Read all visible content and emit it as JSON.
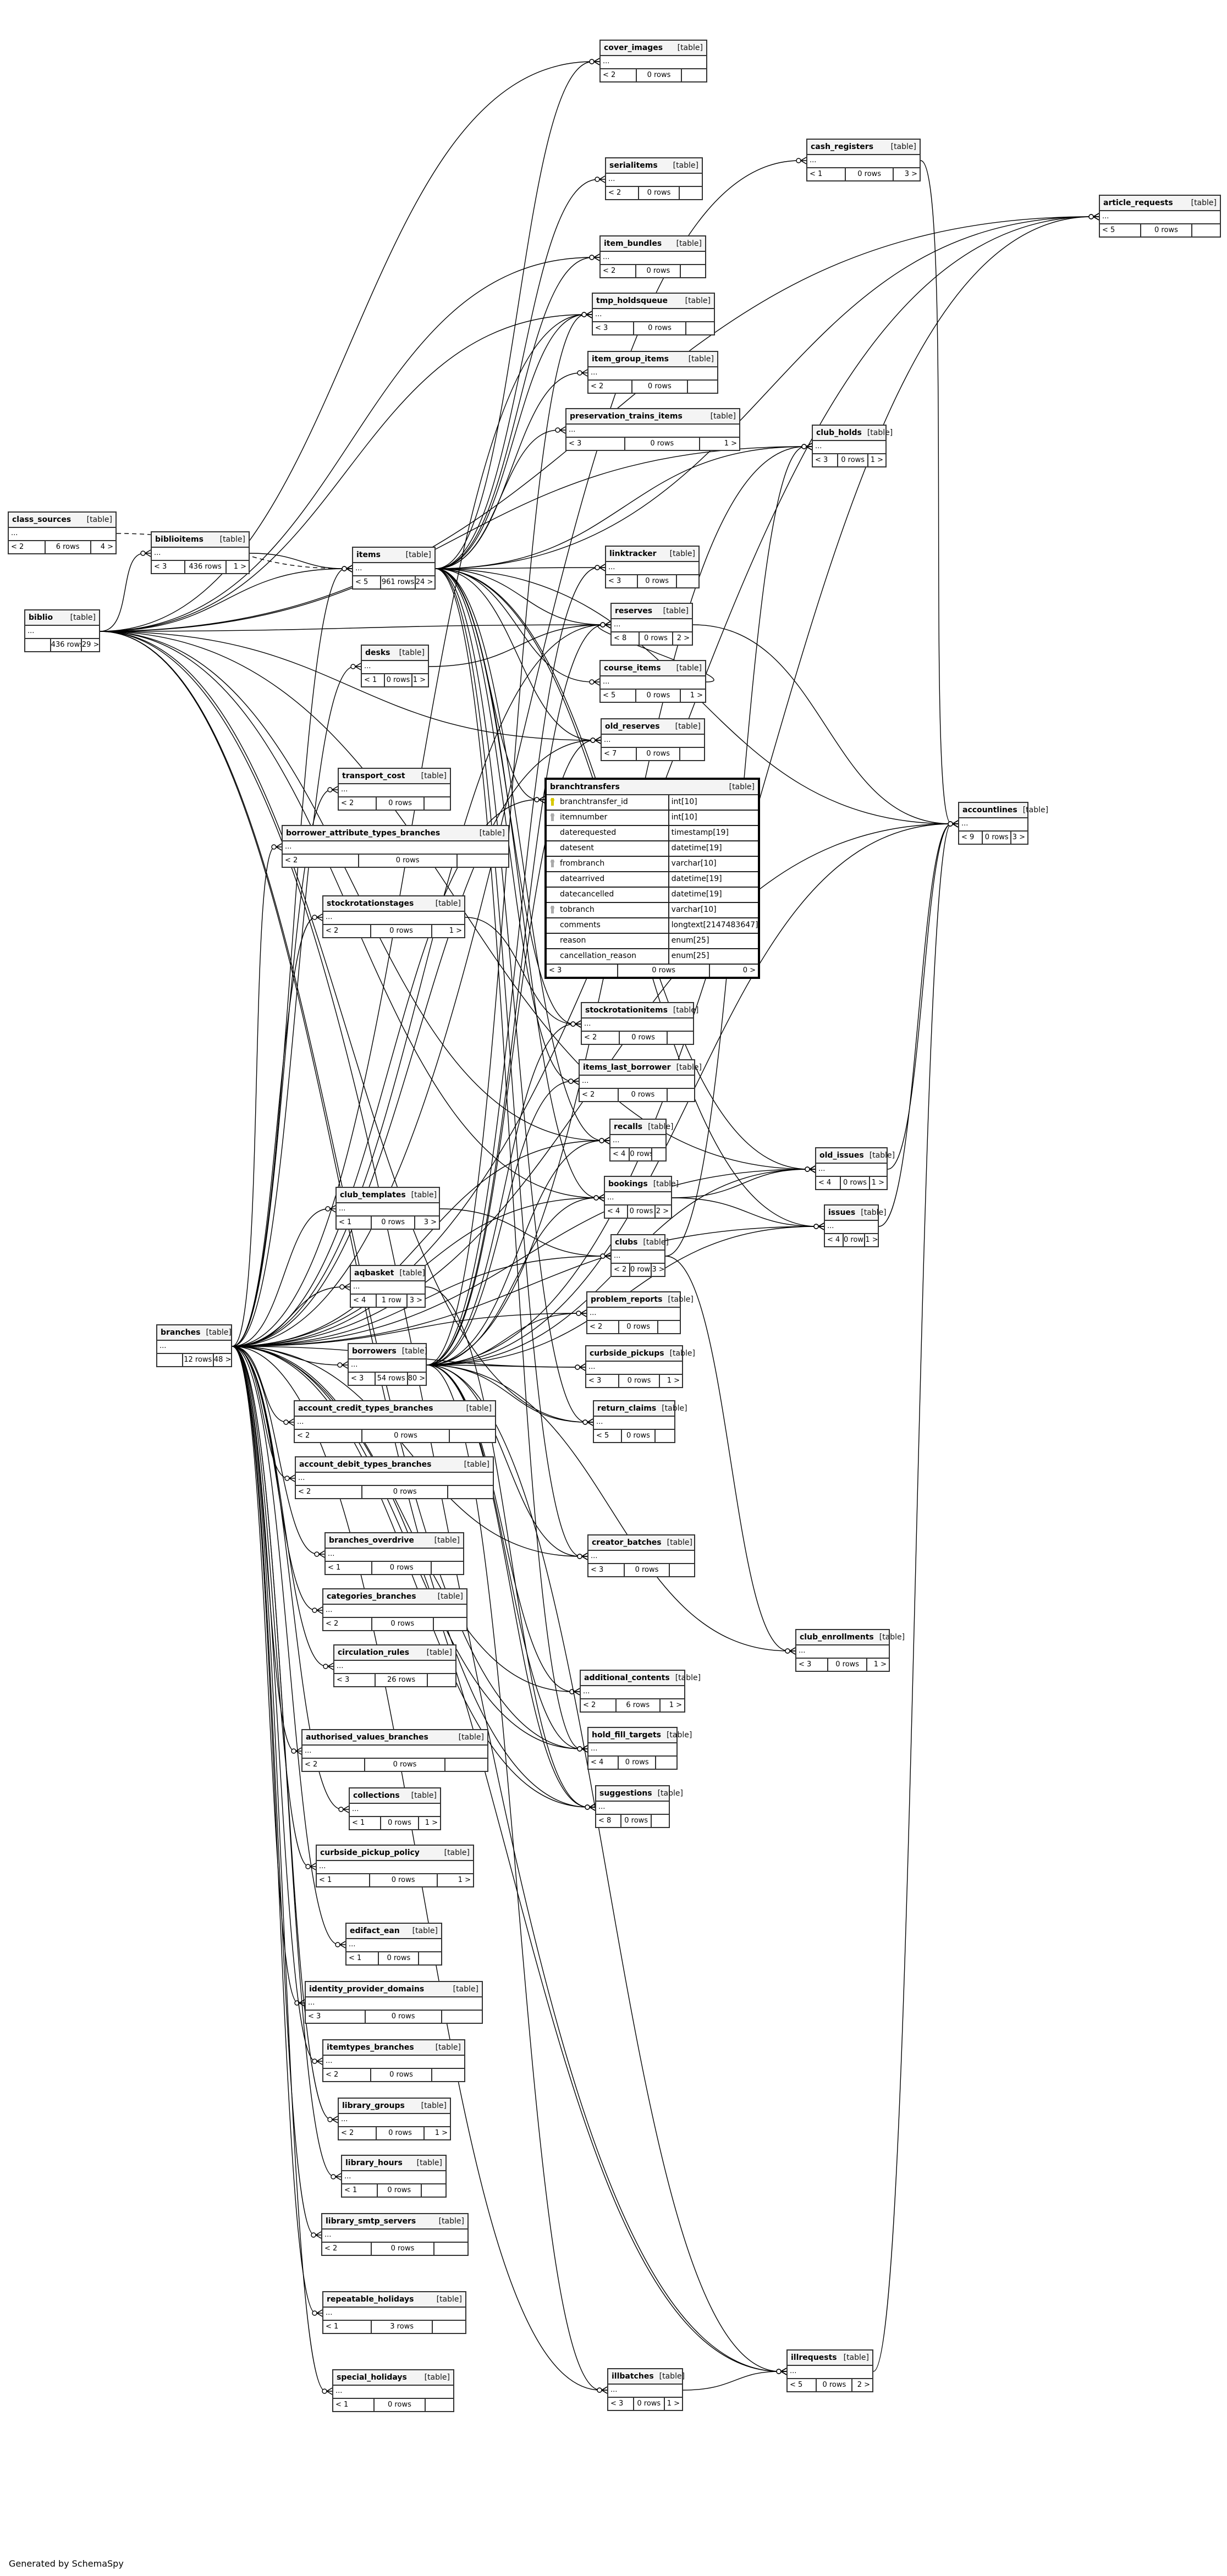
{
  "footer": "Generated by SchemaSpy",
  "type_label": "[table]",
  "ellipsis": "...",
  "colors": {
    "border": "#333333",
    "header_bg": "#f4f4f4",
    "edge": "#000000",
    "pk_key": "#d8c800",
    "fk_key": "#aaaaaa"
  },
  "tables": [
    {
      "name": "cover_images",
      "parents": "< 2",
      "rows": "0 rows",
      "children": ""
    },
    {
      "name": "cash_registers",
      "parents": "< 1",
      "rows": "0 rows",
      "children": "3 >"
    },
    {
      "name": "serialitems",
      "parents": "< 2",
      "rows": "0 rows",
      "children": ""
    },
    {
      "name": "article_requests",
      "parents": "< 5",
      "rows": "0 rows",
      "children": ""
    },
    {
      "name": "item_bundles",
      "parents": "< 2",
      "rows": "0 rows",
      "children": ""
    },
    {
      "name": "tmp_holdsqueue",
      "parents": "< 3",
      "rows": "0 rows",
      "children": ""
    },
    {
      "name": "item_group_items",
      "parents": "< 2",
      "rows": "0 rows",
      "children": ""
    },
    {
      "name": "preservation_trains_items",
      "parents": "< 3",
      "rows": "0 rows",
      "children": "1 >"
    },
    {
      "name": "club_holds",
      "parents": "< 3",
      "rows": "0 rows",
      "children": "1 >"
    },
    {
      "name": "class_sources",
      "parents": "< 2",
      "rows": "6 rows",
      "children": "4 >"
    },
    {
      "name": "biblioitems",
      "parents": "< 3",
      "rows": "436 rows",
      "children": "1 >"
    },
    {
      "name": "items",
      "parents": "< 5",
      "rows": "961 rows",
      "children": "24 >"
    },
    {
      "name": "linktracker",
      "parents": "< 3",
      "rows": "0 rows",
      "children": ""
    },
    {
      "name": "biblio",
      "parents": "",
      "rows": "436 rows",
      "children": "29 >"
    },
    {
      "name": "reserves",
      "parents": "< 8",
      "rows": "0 rows",
      "children": "2 >"
    },
    {
      "name": "desks",
      "parents": "< 1",
      "rows": "0 rows",
      "children": "1 >"
    },
    {
      "name": "course_items",
      "parents": "< 5",
      "rows": "0 rows",
      "children": "1 >"
    },
    {
      "name": "old_reserves",
      "parents": "< 7",
      "rows": "0 rows",
      "children": ""
    },
    {
      "name": "accountlines",
      "parents": "< 9",
      "rows": "0 rows",
      "children": "3 >"
    },
    {
      "name": "transport_cost",
      "parents": "< 2",
      "rows": "0 rows",
      "children": ""
    },
    {
      "name": "borrower_attribute_types_branches",
      "parents": "< 2",
      "rows": "0 rows",
      "children": ""
    },
    {
      "name": "stockrotationitems",
      "parents": "< 2",
      "rows": "0 rows",
      "children": ""
    },
    {
      "name": "stockrotationstages",
      "parents": "< 2",
      "rows": "0 rows",
      "children": "1 >"
    },
    {
      "name": "items_last_borrower",
      "parents": "< 2",
      "rows": "0 rows",
      "children": ""
    },
    {
      "name": "recalls",
      "parents": "< 4",
      "rows": "0 rows",
      "children": ""
    },
    {
      "name": "old_issues",
      "parents": "< 4",
      "rows": "0 rows",
      "children": "1 >"
    },
    {
      "name": "club_templates",
      "parents": "< 1",
      "rows": "0 rows",
      "children": "3 >"
    },
    {
      "name": "bookings",
      "parents": "< 4",
      "rows": "0 rows",
      "children": "2 >"
    },
    {
      "name": "issues",
      "parents": "< 4",
      "rows": "0 rows",
      "children": "1 >"
    },
    {
      "name": "clubs",
      "parents": "< 2",
      "rows": "0 rows",
      "children": "3 >"
    },
    {
      "name": "aqbasket",
      "parents": "< 4",
      "rows": "1 row",
      "children": "3 >"
    },
    {
      "name": "problem_reports",
      "parents": "< 2",
      "rows": "0 rows",
      "children": ""
    },
    {
      "name": "branches",
      "parents": "",
      "rows": "12 rows",
      "children": "48 >"
    },
    {
      "name": "borrowers",
      "parents": "< 3",
      "rows": "54 rows",
      "children": "80 >"
    },
    {
      "name": "curbside_pickups",
      "parents": "< 3",
      "rows": "0 rows",
      "children": "1 >"
    },
    {
      "name": "account_credit_types_branches",
      "parents": "< 2",
      "rows": "0 rows",
      "children": ""
    },
    {
      "name": "return_claims",
      "parents": "< 5",
      "rows": "0 rows",
      "children": ""
    },
    {
      "name": "account_debit_types_branches",
      "parents": "< 2",
      "rows": "0 rows",
      "children": ""
    },
    {
      "name": "branches_overdrive",
      "parents": "< 1",
      "rows": "0 rows",
      "children": ""
    },
    {
      "name": "creator_batches",
      "parents": "< 3",
      "rows": "0 rows",
      "children": ""
    },
    {
      "name": "categories_branches",
      "parents": "< 2",
      "rows": "0 rows",
      "children": ""
    },
    {
      "name": "club_enrollments",
      "parents": "< 3",
      "rows": "0 rows",
      "children": "1 >"
    },
    {
      "name": "circulation_rules",
      "parents": "< 3",
      "rows": "26 rows",
      "children": ""
    },
    {
      "name": "additional_contents",
      "parents": "< 2",
      "rows": "6 rows",
      "children": "1 >"
    },
    {
      "name": "authorised_values_branches",
      "parents": "< 2",
      "rows": "0 rows",
      "children": ""
    },
    {
      "name": "hold_fill_targets",
      "parents": "< 4",
      "rows": "0 rows",
      "children": ""
    },
    {
      "name": "collections",
      "parents": "< 1",
      "rows": "0 rows",
      "children": "1 >"
    },
    {
      "name": "suggestions",
      "parents": "< 8",
      "rows": "0 rows",
      "children": ""
    },
    {
      "name": "curbside_pickup_policy",
      "parents": "< 1",
      "rows": "0 rows",
      "children": "1 >"
    },
    {
      "name": "edifact_ean",
      "parents": "< 1",
      "rows": "0 rows",
      "children": ""
    },
    {
      "name": "identity_provider_domains",
      "parents": "< 3",
      "rows": "0 rows",
      "children": ""
    },
    {
      "name": "itemtypes_branches",
      "parents": "< 2",
      "rows": "0 rows",
      "children": ""
    },
    {
      "name": "library_groups",
      "parents": "< 2",
      "rows": "0 rows",
      "children": "1 >"
    },
    {
      "name": "library_hours",
      "parents": "< 1",
      "rows": "0 rows",
      "children": ""
    },
    {
      "name": "library_smtp_servers",
      "parents": "< 2",
      "rows": "0 rows",
      "children": ""
    },
    {
      "name": "repeatable_holidays",
      "parents": "< 1",
      "rows": "3 rows",
      "children": ""
    },
    {
      "name": "special_holidays",
      "parents": "< 1",
      "rows": "0 rows",
      "children": ""
    },
    {
      "name": "illbatches",
      "parents": "< 3",
      "rows": "0 rows",
      "children": "1 >"
    },
    {
      "name": "illrequests",
      "parents": "< 5",
      "rows": "0 rows",
      "children": "2 >"
    }
  ],
  "focus_table": {
    "name": "branchtransfers",
    "parents": "< 3",
    "rows": "0 rows",
    "children": "0 >",
    "columns": [
      {
        "name": "branchtransfer_id",
        "type": "int[10]",
        "key": "pk"
      },
      {
        "name": "itemnumber",
        "type": "int[10]",
        "key": "fk"
      },
      {
        "name": "daterequested",
        "type": "timestamp[19]",
        "key": ""
      },
      {
        "name": "datesent",
        "type": "datetime[19]",
        "key": ""
      },
      {
        "name": "frombranch",
        "type": "varchar[10]",
        "key": "fk"
      },
      {
        "name": "datearrived",
        "type": "datetime[19]",
        "key": ""
      },
      {
        "name": "datecancelled",
        "type": "datetime[19]",
        "key": ""
      },
      {
        "name": "tobranch",
        "type": "varchar[10]",
        "key": "fk"
      },
      {
        "name": "comments",
        "type": "longtext[2147483647]",
        "key": ""
      },
      {
        "name": "reason",
        "type": "enum[25]",
        "key": ""
      },
      {
        "name": "cancellation_reason",
        "type": "enum[25]",
        "key": ""
      }
    ]
  }
}
